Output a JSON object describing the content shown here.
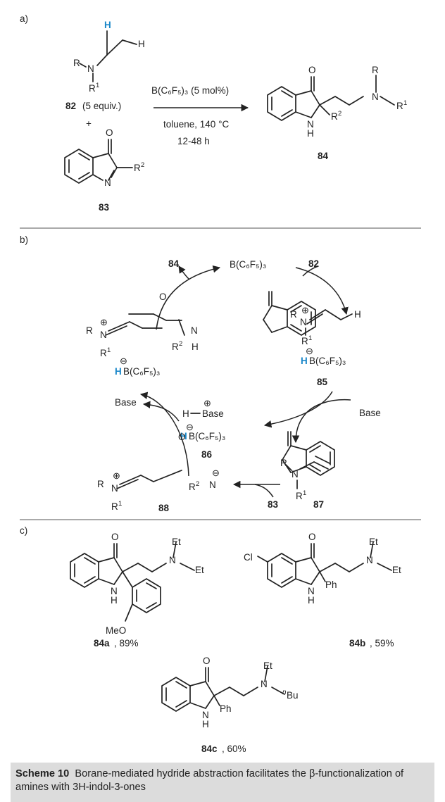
{
  "panels": {
    "a": "a)",
    "b": "b)",
    "c": "c)"
  },
  "atoms": {
    "H": "H",
    "N": "N",
    "R": "R",
    "O": "O",
    "Cl": "Cl",
    "Et": "Et",
    "Ph": "Ph",
    "MeO": "MeO",
    "Bu": "Bu",
    "n": "n",
    "sup1": "1",
    "sup2": "2",
    "plus_charge": "⊕",
    "minus_charge": "⊖"
  },
  "reagents": {
    "amine_equiv": "(5 equiv.)",
    "plus_sign": "+",
    "catalyst": "B(C₆F₅)₃ (5 mol%)",
    "solvent_temp": "toluene, 140 °C",
    "time": "12-48 h",
    "borane": "B(C₆F₅)₃",
    "hydroborate": "B(C₆F₅)₃",
    "base": "Base"
  },
  "compounds": {
    "c82": "82",
    "c83": "83",
    "c84": "84",
    "c85": "85",
    "c86": "86",
    "c87": "87",
    "c88": "88"
  },
  "products": {
    "p84a": {
      "id": "84a",
      "yield": ", 89%"
    },
    "p84b": {
      "id": "84b",
      "yield": ", 59%"
    },
    "p84c": {
      "id": "84c",
      "yield": ", 60%"
    }
  },
  "caption": {
    "label": "Scheme 10",
    "text": "Borane-mediated hydride abstraction facilitates the β-functionalization of amines with 3H-indol-3-ones"
  },
  "colors": {
    "highlight": "#1a87c9",
    "caption_bg": "#dcdcdc",
    "text": "#222222"
  }
}
